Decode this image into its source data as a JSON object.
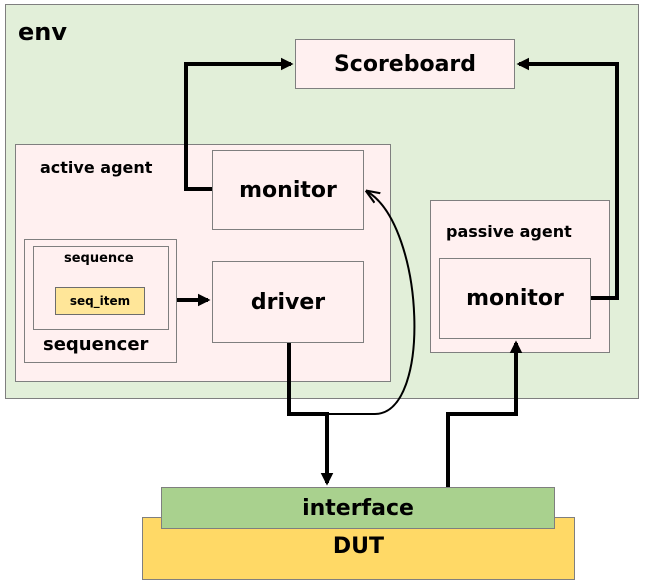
{
  "env": {
    "title": "env"
  },
  "scoreboard": {
    "label": "Scoreboard"
  },
  "active_agent": {
    "label": "active agent",
    "monitor_label": "monitor",
    "driver_label": "driver",
    "sequencer": {
      "label": "sequencer",
      "sequence_label": "sequence",
      "seq_item_label": "seq_item"
    }
  },
  "passive_agent": {
    "label": "passive agent",
    "monitor_label": "monitor"
  },
  "interface": {
    "label": "interface"
  },
  "dut": {
    "label": "DUT"
  },
  "colors": {
    "env_bg": "#e2efd9",
    "agent_bg": "#fff0f0",
    "seq_item_bg": "#ffe699",
    "interface_bg": "#a9d18e",
    "dut_bg": "#ffd966"
  }
}
